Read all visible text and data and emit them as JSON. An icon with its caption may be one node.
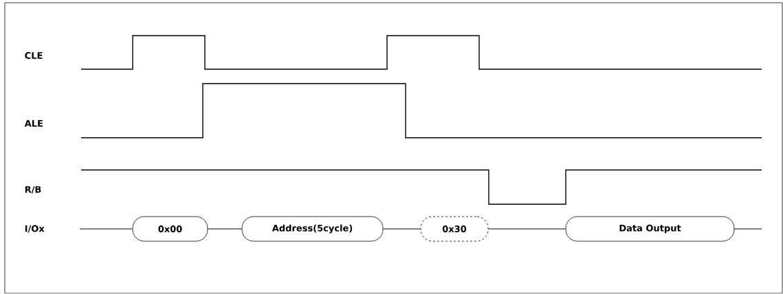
{
  "diagram": {
    "nodes": [
      {
        "text": [
          "0x00"
        ]
      },
      {
        "text": [
          "Address(5cycle)"
        ]
      },
      {
        "text": [
          "0x30"
        ]
      },
      {
        "text": [
          "Data Output"
        ]
      }
    ],
    "edges": [
      {
        "from": null,
        "to": 0,
        "arrow": "none"
      },
      {
        "from": 0,
        "to": 1,
        "arrow": "none"
      },
      {
        "from": 1,
        "to": 2,
        "arrow": "none"
      },
      {
        "from": 2,
        "to": 3,
        "arrow": "none"
      },
      {
        "from": 3,
        "to": null,
        "arrow": "none"
      }
    ],
    "labels": [
      "CLE",
      "ALE",
      "R/B",
      "I/Ox"
    ]
  }
}
